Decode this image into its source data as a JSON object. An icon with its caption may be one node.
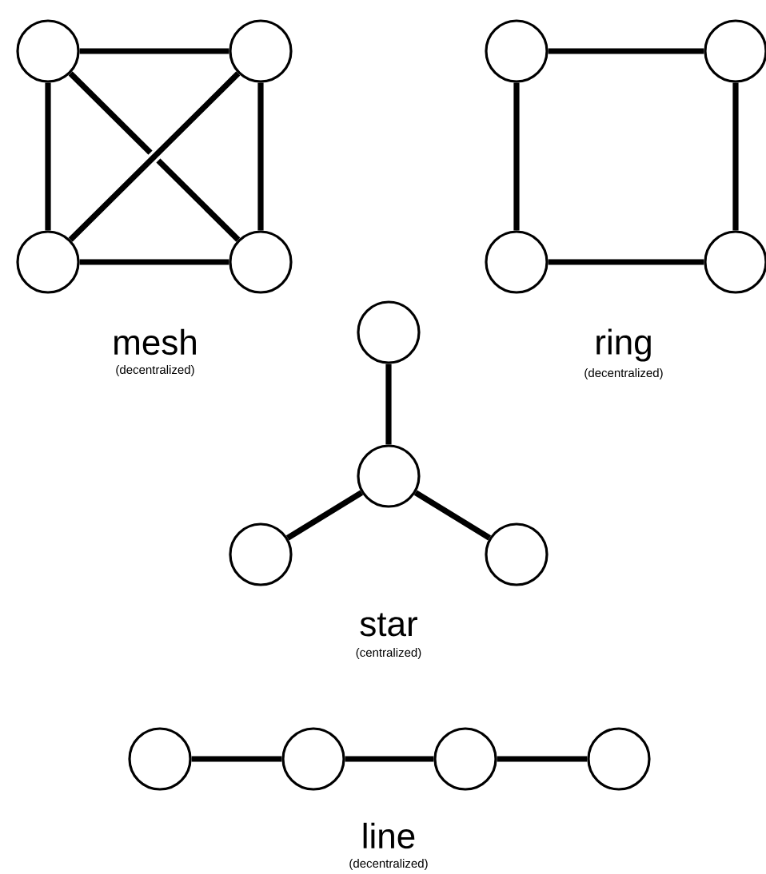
{
  "diagram": {
    "nodes": [
      {
        "text": [],
        "shape": "circle"
      },
      {
        "text": [],
        "shape": "circle"
      },
      {
        "text": [],
        "shape": "circle"
      },
      {
        "text": [],
        "shape": "circle"
      },
      {
        "text": [],
        "shape": "circle"
      },
      {
        "text": [],
        "shape": "circle"
      },
      {
        "text": [],
        "shape": "circle"
      },
      {
        "text": [],
        "shape": "circle"
      },
      {
        "text": [],
        "shape": "circle"
      },
      {
        "text": [],
        "shape": "circle"
      },
      {
        "text": [],
        "shape": "circle"
      },
      {
        "text": [],
        "shape": "circle"
      },
      {
        "text": [],
        "shape": "circle"
      },
      {
        "text": [],
        "shape": "circle"
      },
      {
        "text": [],
        "shape": "circle"
      },
      {
        "text": [],
        "shape": "circle"
      }
    ],
    "edges": [
      {
        "from": 0,
        "to": 1,
        "arrow": "none"
      },
      {
        "from": 0,
        "to": 2,
        "arrow": "none"
      },
      {
        "from": 0,
        "to": 3,
        "arrow": "none"
      },
      {
        "from": 1,
        "to": 2,
        "arrow": "none"
      },
      {
        "from": 1,
        "to": 3,
        "arrow": "none"
      },
      {
        "from": 2,
        "to": 3,
        "arrow": "none"
      },
      {
        "from": 4,
        "to": 5,
        "arrow": "none"
      },
      {
        "from": 4,
        "to": 6,
        "arrow": "none"
      },
      {
        "from": 5,
        "to": 7,
        "arrow": "none"
      },
      {
        "from": 6,
        "to": 7,
        "arrow": "none"
      },
      {
        "from": 8,
        "to": 9,
        "arrow": "none"
      },
      {
        "from": 9,
        "to": 10,
        "arrow": "none"
      },
      {
        "from": 9,
        "to": 11,
        "arrow": "none"
      },
      {
        "from": 12,
        "to": 13,
        "arrow": "none"
      },
      {
        "from": 13,
        "to": 14,
        "arrow": "none"
      },
      {
        "from": 14,
        "to": 15,
        "arrow": "none"
      }
    ],
    "labels": [
      "mesh",
      "(decentralized)",
      "ring",
      "(decentralized)",
      "star",
      "(centralized)",
      "line",
      "(decentralized)"
    ]
  }
}
